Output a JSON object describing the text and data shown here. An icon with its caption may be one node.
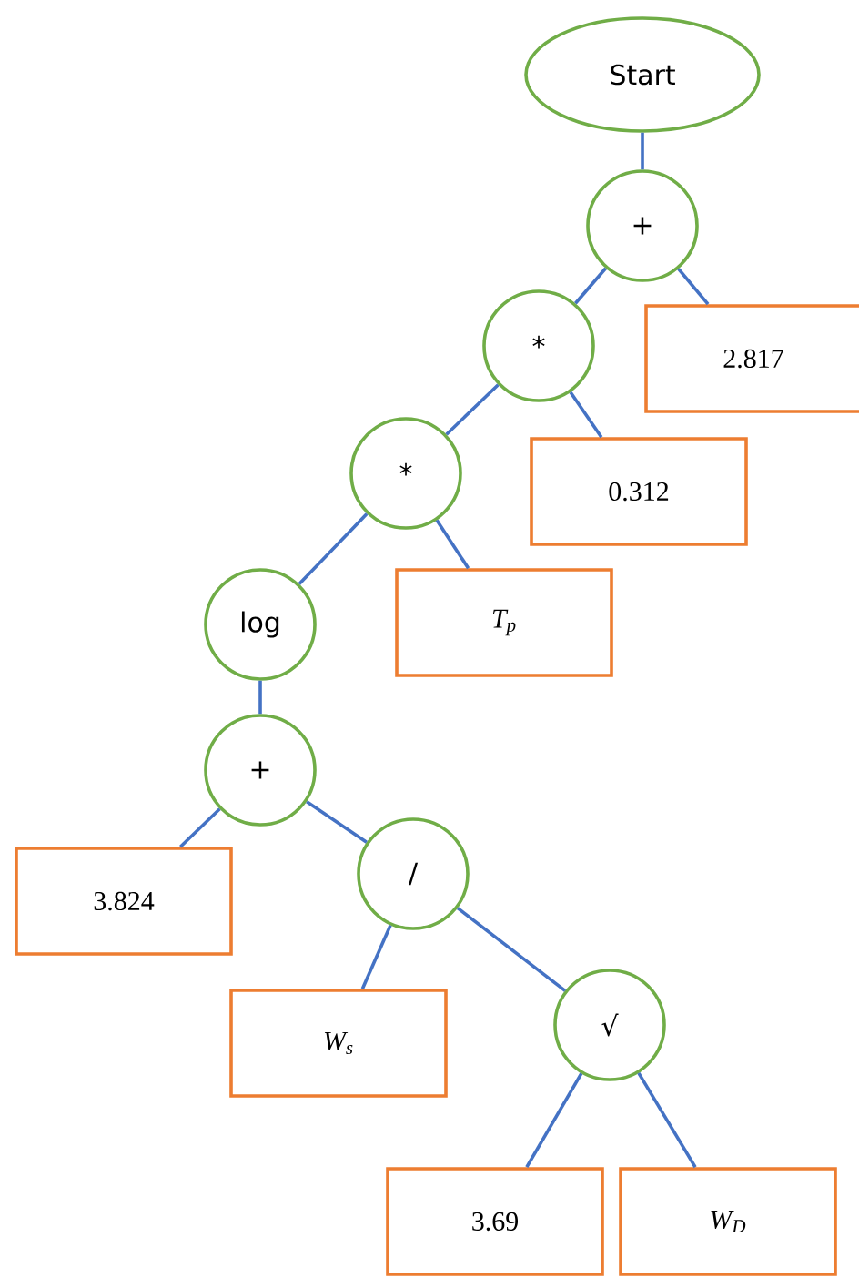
{
  "diagram": {
    "nodes": [
      {
        "text": [
          "Start"
        ]
      },
      {
        "text": [
          "+"
        ]
      },
      {
        "text": [
          "*"
        ]
      },
      {
        "text": [
          "2.817"
        ]
      },
      {
        "text": [
          "*"
        ]
      },
      {
        "text": [
          "0.312"
        ]
      },
      {
        "text": [
          "log"
        ]
      },
      {
        "text": [
          "T$_{p}$"
        ]
      },
      {
        "text": [
          "+"
        ]
      },
      {
        "text": [
          "3.824"
        ]
      },
      {
        "text": [
          "/"
        ]
      },
      {
        "text": [
          "W$_{s}$"
        ]
      },
      {
        "text": [
          "√"
        ]
      },
      {
        "text": [
          "3.69"
        ]
      },
      {
        "text": [
          "W$_{D}$"
        ]
      }
    ],
    "edges": [
      {
        "from": 0,
        "to": 1,
        "arrow": "none"
      },
      {
        "from": 1,
        "to": 2,
        "arrow": "none"
      },
      {
        "from": 1,
        "to": 3,
        "arrow": "none"
      },
      {
        "from": 2,
        "to": 4,
        "arrow": "none"
      },
      {
        "from": 2,
        "to": 5,
        "arrow": "none"
      },
      {
        "from": 4,
        "to": 6,
        "arrow": "none"
      },
      {
        "from": 4,
        "to": 7,
        "arrow": "none"
      },
      {
        "from": 6,
        "to": 8,
        "arrow": "none"
      },
      {
        "from": 8,
        "to": 9,
        "arrow": "none"
      },
      {
        "from": 8,
        "to": 10,
        "arrow": "none"
      },
      {
        "from": 10,
        "to": 11,
        "arrow": "none"
      },
      {
        "from": 10,
        "to": 12,
        "arrow": "none"
      },
      {
        "from": 12,
        "to": 13,
        "arrow": "none"
      },
      {
        "from": 12,
        "to": 14,
        "arrow": "none"
      }
    ]
  }
}
